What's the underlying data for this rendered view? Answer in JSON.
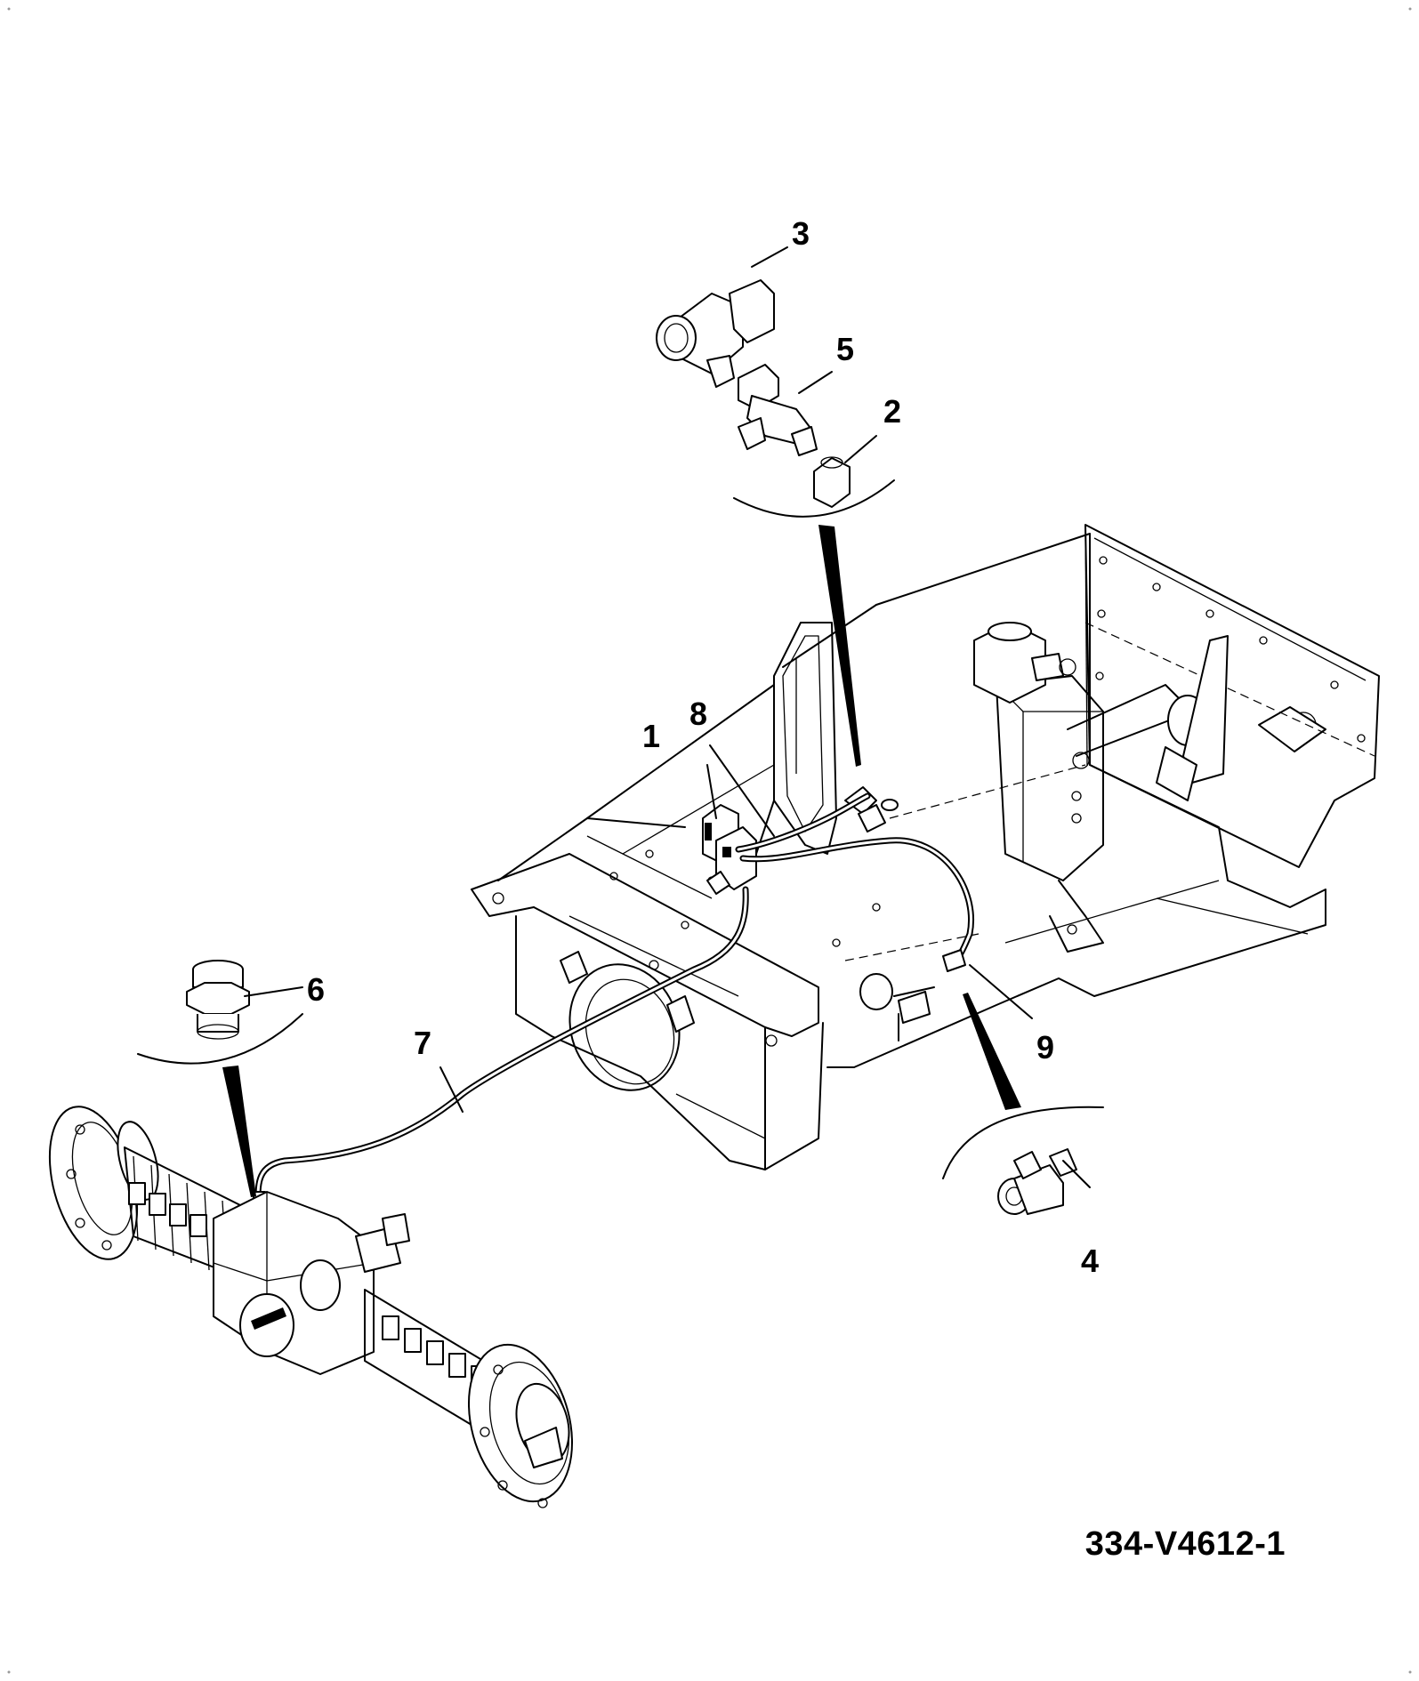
{
  "drawing": {
    "reference_number": "334-V4612-1"
  },
  "callouts": [
    {
      "id": "1",
      "label": "1"
    },
    {
      "id": "2",
      "label": "2"
    },
    {
      "id": "3",
      "label": "3"
    },
    {
      "id": "4",
      "label": "4"
    },
    {
      "id": "5",
      "label": "5"
    },
    {
      "id": "6",
      "label": "6"
    },
    {
      "id": "7",
      "label": "7"
    },
    {
      "id": "8",
      "label": "8"
    },
    {
      "id": "9",
      "label": "9"
    }
  ]
}
